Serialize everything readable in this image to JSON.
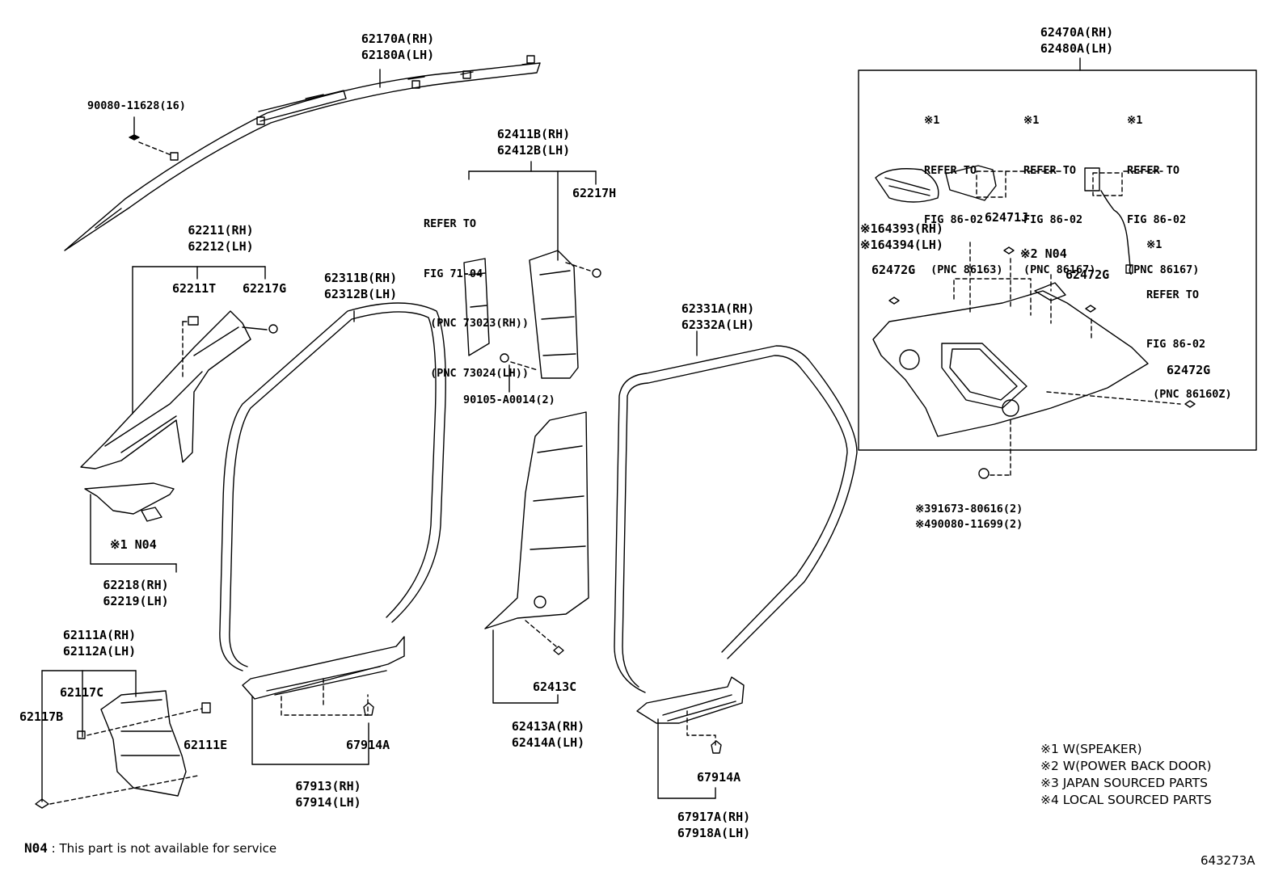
{
  "labels": {
    "p62170_rh": "62170A(RH)",
    "p62170_lh": "62180A(LH)",
    "p90080_16": "90080-11628(16)",
    "p62211_rh": "62211(RH)",
    "p62211_lh": "62212(LH)",
    "p62211T": "62211T",
    "p62217G": "62217G",
    "p62218_rh": "62218(RH)",
    "p62218_lh": "62219(LH)",
    "p62111_rh": "62111A(RH)",
    "p62111_lh": "62112A(LH)",
    "p62117C": "62117C",
    "p62117B": "62117B",
    "p62111E": "62111E",
    "p62311_rh": "62311B(RH)",
    "p62311_lh": "62312B(LH)",
    "p67913_rh": "67913(RH)",
    "p67913_lh": "67914(LH)",
    "p67914A_a": "67914A",
    "p67914A_b": "67914A",
    "p62411_rh": "62411B(RH)",
    "p62411_lh": "62412B(LH)",
    "p62217H": "62217H",
    "p90105": "90105-A0014(2)",
    "p62413C": "62413C",
    "p62413_rh": "62413A(RH)",
    "p62413_lh": "62414A(LH)",
    "p62331_rh": "62331A(RH)",
    "p62331_lh": "62332A(LH)",
    "p67917_rh": "67917A(RH)",
    "p67917_lh": "67918A(LH)",
    "p62470_rh": "62470A(RH)",
    "p62470_lh": "62480A(LH)",
    "p64393_rh": "※164393(RH)",
    "p64393_lh": "※164394(LH)",
    "p62471J": "62471J",
    "pN04_2": "※2 N04",
    "p62472G_a": "62472G",
    "p62472G_b": "62472G",
    "p62472G_c": "62472G",
    "p391673": "※391673-80616(2)",
    "p490080": "※490080-11699(2)",
    "pN04_1": "※1 N04"
  },
  "refs": {
    "fig71": {
      "mark": "",
      "lines": [
        "REFER TO",
        "FIG 71-04",
        " (PNC 73023(RH))",
        " (PNC 73024(LH))"
      ]
    },
    "fig86_a": {
      "mark": "※1",
      "lines": [
        "REFER TO",
        "FIG 86-02",
        " (PNC 86163)"
      ]
    },
    "fig86_b": {
      "mark": "※1",
      "lines": [
        "REFER TO",
        "FIG 86-02",
        "(PNC 86167)"
      ]
    },
    "fig86_c": {
      "mark": "※1",
      "lines": [
        "REFER TO",
        "FIG 86-02",
        "(PNC 86167)"
      ]
    },
    "fig86_d": {
      "mark": "※1",
      "lines": [
        "REFER TO",
        "FIG 86-02",
        " (PNC 86160Z)"
      ]
    }
  },
  "notes": [
    "※1 W(SPEAKER)",
    "※2 W(POWER BACK DOOR)",
    "※3 JAPAN SOURCED PARTS",
    "※4 LOCAL SOURCED PARTS"
  ],
  "footnote": {
    "code": "N04",
    "text": " : This part is not available for service"
  },
  "diagram_code": "643273A"
}
